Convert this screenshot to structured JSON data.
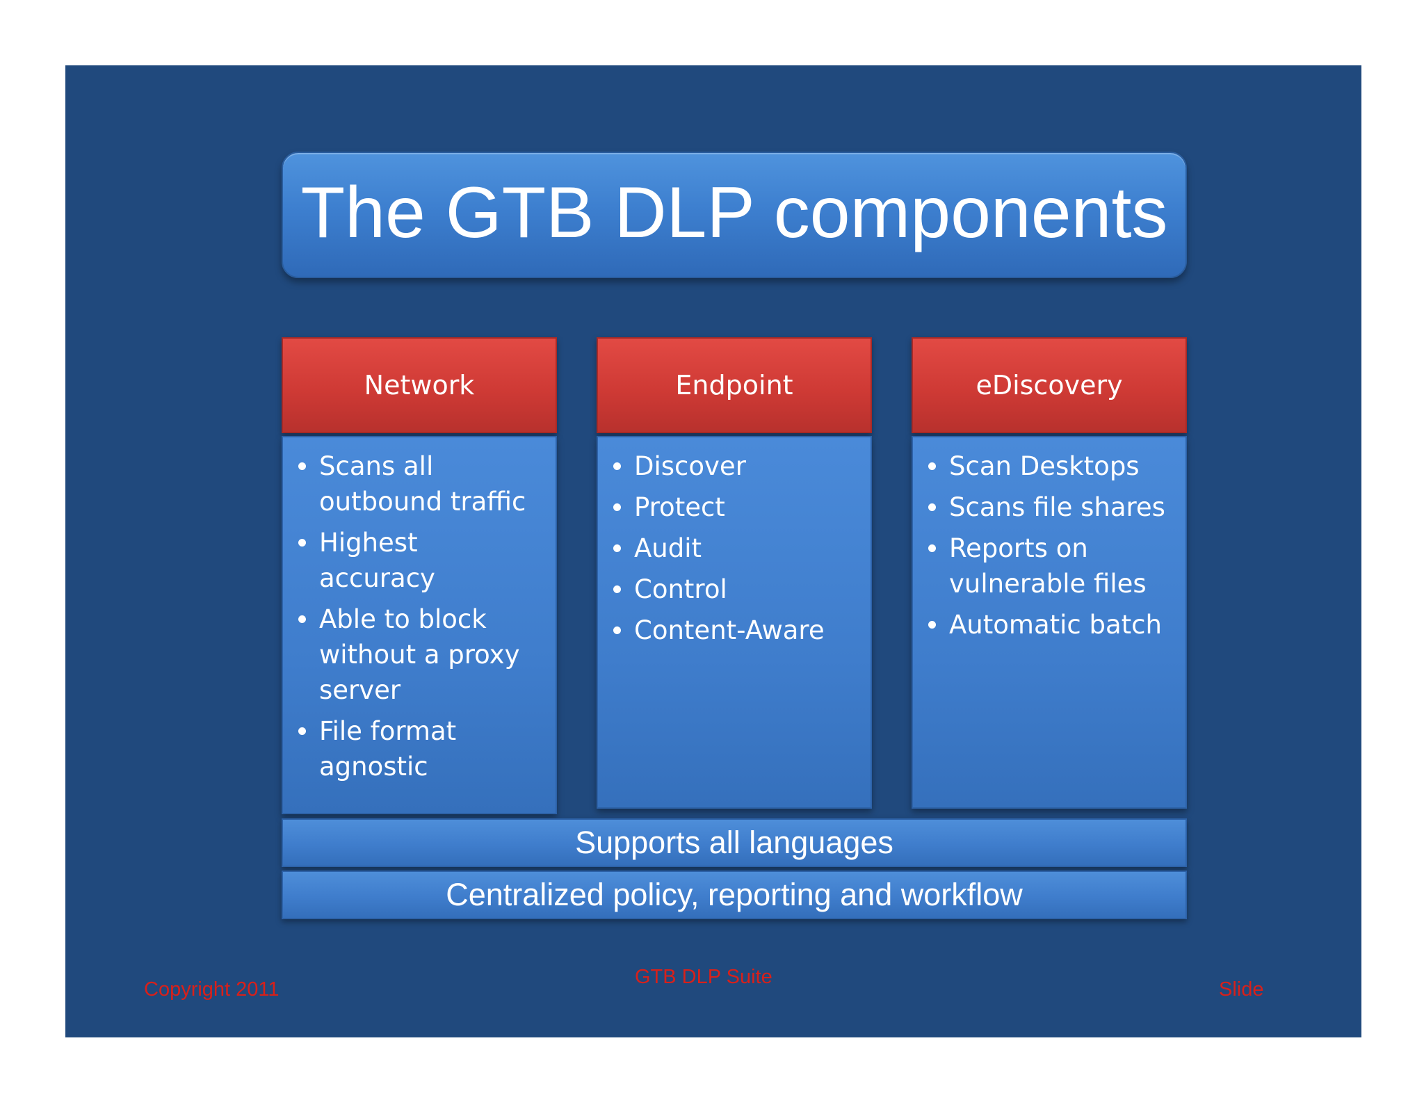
{
  "slide": {
    "title": "The GTB DLP components",
    "columns": [
      {
        "header": "Network",
        "items": [
          "Scans all outbound traffic",
          "Highest accuracy",
          "Able to block without a proxy server",
          "File format agnostic"
        ]
      },
      {
        "header": "Endpoint",
        "items": [
          "Discover",
          "Protect",
          "Audit",
          "Control",
          "Content-Aware"
        ]
      },
      {
        "header": "eDiscovery",
        "items": [
          "Scan Desktops",
          "Scans file shares",
          "Reports on vulnerable files",
          "Automatic batch"
        ]
      }
    ],
    "bars": [
      "Supports all languages",
      "Centralized policy, reporting and workflow"
    ],
    "footer": {
      "left": "Copyright 2011",
      "center": "GTB DLP Suite",
      "right": "Slide"
    }
  },
  "colors": {
    "background": "#20497d",
    "header_red": "#cf3a35",
    "body_blue": "#3f7dcc",
    "footer_red": "#d8201a"
  }
}
